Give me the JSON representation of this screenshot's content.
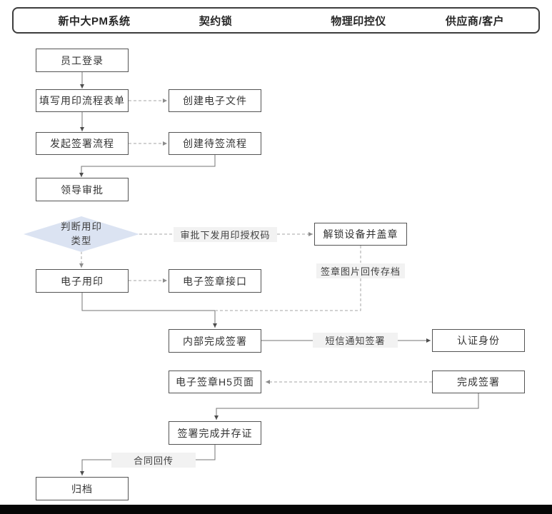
{
  "header": {
    "columns": [
      {
        "label": "新中大PM系统"
      },
      {
        "label": "契约锁"
      },
      {
        "label": "物理印控仪"
      },
      {
        "label": "供应商/客户"
      }
    ]
  },
  "nodes": {
    "employee_login": "员工登录",
    "fill_seal_form": "填写用印流程表单",
    "start_sign_flow": "发起签署流程",
    "leader_approval": "领导审批",
    "judge_seal_type": "判断用印类型",
    "electronic_seal": "电子用印",
    "archive": "归档",
    "create_efile": "创建电子文件",
    "create_pending_flow": "创建待签流程",
    "eseal_interface": "电子签章接口",
    "internal_sign_done": "内部完成签署",
    "eseal_h5_page": "电子签章H5页面",
    "sign_done_evidence": "签署完成并存证",
    "unlock_device_stamp": "解锁设备并盖章",
    "auth_identity": "认证身份",
    "finish_sign": "完成签署"
  },
  "edge_labels": {
    "issue_auth_code": "审批下发用印授权码",
    "seal_image_upload": "签章图片回传存档",
    "sms_notify_sign": "短信通知签署",
    "contract_upload": "合同回传"
  },
  "colors": {
    "diamond_fill": "#dbe3f2",
    "label_bg": "#f2f2f2",
    "box_border": "#545454",
    "header_border": "#3d3d3d",
    "solid_line": "#757575",
    "solid_arrow": "#4d4d4d",
    "dashed_line": "#a6a6a6",
    "dashed_arrow": "#8c8c8c"
  }
}
